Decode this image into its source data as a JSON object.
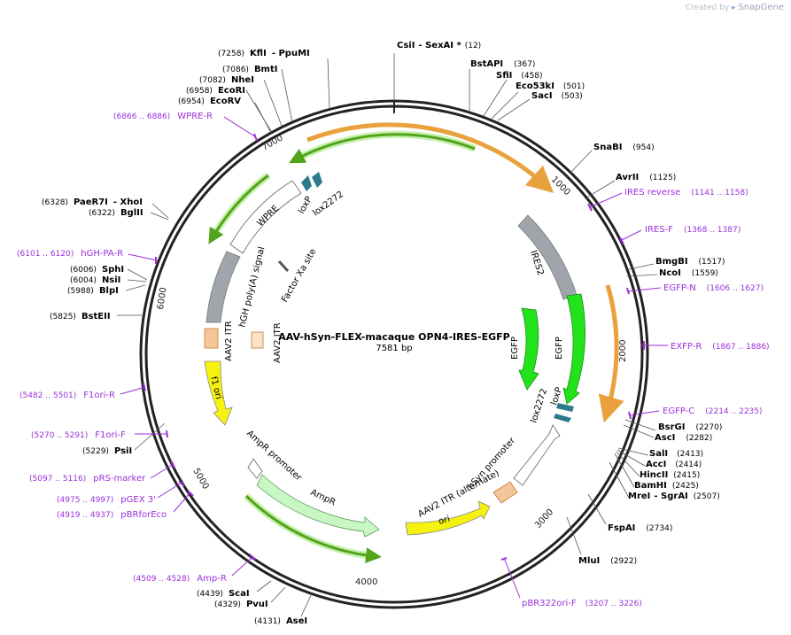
{
  "credit": {
    "prefix": "Created by",
    "brand": "SnapGene"
  },
  "plasmid": {
    "name": "AAV-hSyn-FLEX-macaque OPN4-IRES-EGFP",
    "size_label": "7581 bp",
    "length": 7581
  },
  "ticks": [
    "1000",
    "2000",
    "3000",
    "4000",
    "5000",
    "6000",
    "7000"
  ],
  "colors": {
    "backbone": "#222222",
    "enzyme_name": "#000000",
    "enzyme_pos": "#333333",
    "primer": "#9b30d9",
    "orange_arrow": "#e8a13c",
    "green_arrow": "#52a51a",
    "egfp": "#22e21c",
    "ires": "#9fa5aa",
    "itr": "#f5c69a",
    "ampr": "#c9f7c4",
    "f1ori": "#f6f20f",
    "lox": "#2c7a8c"
  },
  "enzymes": [
    {
      "name": "CsiI",
      "name2": "- SexAI *",
      "pos": "(12)"
    },
    {
      "name": "BstAPI",
      "pos": "(367)"
    },
    {
      "name": "SfiI",
      "pos": "(458)"
    },
    {
      "name": "Eco53kI",
      "pos": "(501)"
    },
    {
      "name": "SacI",
      "pos": "(503)"
    },
    {
      "name": "SnaBI",
      "pos": "(954)"
    },
    {
      "name": "AvrII",
      "pos": "(1125)"
    },
    {
      "name": "BmgBI",
      "pos": "(1517)"
    },
    {
      "name": "NcoI",
      "pos": "(1559)"
    },
    {
      "name": "BsrGI",
      "pos": "(2270)"
    },
    {
      "name": "AscI",
      "pos": "(2282)"
    },
    {
      "name": "SalI",
      "pos": "(2413)"
    },
    {
      "name": "AccI",
      "pos": "(2414)"
    },
    {
      "name": "HincII",
      "pos": "(2415)"
    },
    {
      "name": "BamHI",
      "pos": "(2425)"
    },
    {
      "name": "MreI",
      "name2": "- SgrAI",
      "pos": "(2507)"
    },
    {
      "name": "FspAI",
      "pos": "(2734)"
    },
    {
      "name": "MluI",
      "pos": "(2922)"
    },
    {
      "name": "AseI",
      "pos": "(4131)"
    },
    {
      "name": "PvuI",
      "pos": "(4329)"
    },
    {
      "name": "ScaI",
      "pos": "(4439)"
    },
    {
      "name": "PsiI",
      "pos": "(5229)"
    },
    {
      "name": "BstEII",
      "pos": "(5825)"
    },
    {
      "name": "BlpI",
      "pos": "(5988)"
    },
    {
      "name": "NsiI",
      "pos": "(6004)"
    },
    {
      "name": "SphI",
      "pos": "(6006)"
    },
    {
      "name": "BglII",
      "pos": "(6322)"
    },
    {
      "name": "PaeR7I",
      "name2": "- XhoI",
      "pos": "(6328)"
    },
    {
      "name": "EcoRV",
      "pos": "(6954)"
    },
    {
      "name": "EcoRI",
      "pos": "(6958)"
    },
    {
      "name": "NheI",
      "pos": "(7082)"
    },
    {
      "name": "BmtI",
      "pos": "(7086)"
    },
    {
      "name": "KflI",
      "name2": "- PpuMI",
      "pos": "(7258)"
    }
  ],
  "primers": [
    {
      "name": "IRES reverse",
      "range": "(1141 .. 1158)"
    },
    {
      "name": "IRES-F",
      "range": "(1368 .. 1387)"
    },
    {
      "name": "EGFP-N",
      "range": "(1606 .. 1627)"
    },
    {
      "name": "EXFP-R",
      "range": "(1867 .. 1886)"
    },
    {
      "name": "EGFP-C",
      "range": "(2214 .. 2235)"
    },
    {
      "name": "pBR322ori-F",
      "range": "(3207 .. 3226)"
    },
    {
      "name": "Amp-R",
      "range": "(4509 .. 4528)"
    },
    {
      "name": "pBRforEco",
      "range": "(4919 .. 4937)"
    },
    {
      "name": "pGEX 3'",
      "range": "(4975 .. 4997)"
    },
    {
      "name": "pRS-marker",
      "range": "(5097 .. 5116)"
    },
    {
      "name": "F1ori-F",
      "range": "(5270 .. 5291)"
    },
    {
      "name": "F1ori-R",
      "range": "(5482 .. 5501)"
    },
    {
      "name": "hGH-PA-R",
      "range": "(6101 .. 6120)"
    },
    {
      "name": "WPRE-R",
      "range": "(6866 .. 6886)"
    }
  ],
  "features": [
    "IRES2",
    "EGFP",
    "EGFP",
    "loxP",
    "lox2272",
    "hSyn promoter",
    "AAV2 ITR (alternate)",
    "ori",
    "AmpR",
    "AmpR promoter",
    "f1 ori",
    "AAV2 ITR",
    "AAV2 ITR",
    "hGH poly(A) signal",
    "Factor Xa site",
    "WPRE",
    "loxP",
    "lox2272"
  ]
}
